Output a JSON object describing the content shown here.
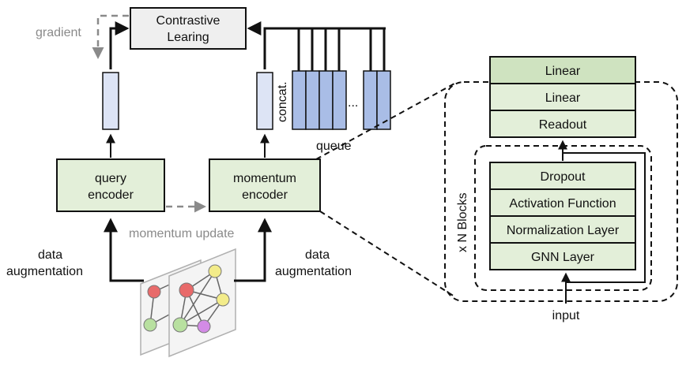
{
  "contrastive": {
    "line1": "Contrastive",
    "line2": "Learing"
  },
  "gradient_label": "gradient",
  "query_encoder": {
    "line1": "query",
    "line2": "encoder"
  },
  "momentum_encoder": {
    "line1": "momentum",
    "line2": "encoder"
  },
  "momentum_update_label": "momentum update",
  "concat_label": "concat.",
  "queue_label": "queue",
  "ellipsis": "...",
  "left_aug": {
    "line1": "data",
    "line2": "augmentation"
  },
  "right_aug": {
    "line1": "data",
    "line2": "augmentation"
  },
  "encoder_stack": [
    "Linear",
    "Linear",
    "Readout"
  ],
  "block_layers": [
    "Dropout",
    "Activation Function",
    "Normalization Layer",
    "GNN Layer"
  ],
  "blocks_label": "x N Blocks",
  "input_label": "input",
  "colors": {
    "green": "#e3efd9",
    "green_dark": "#cfe3c0",
    "vector": "#dde4f5",
    "queue": "#a9bde6"
  }
}
